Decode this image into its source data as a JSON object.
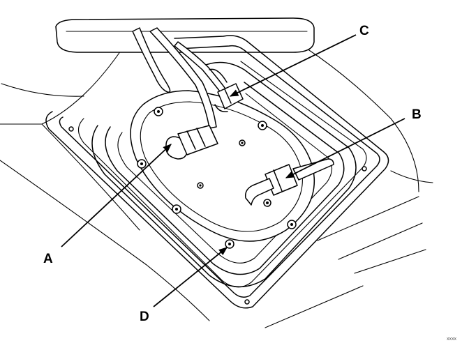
{
  "callouts": {
    "a": "A",
    "b": "B",
    "c": "C",
    "d": "D"
  },
  "figure_code": "xxxx"
}
